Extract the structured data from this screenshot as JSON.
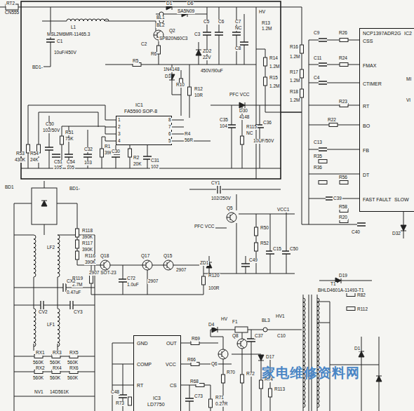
{
  "diagram": {
    "nodes": [
      {
        "text": [
          "IC1",
          "FA5590 SOP-8"
        ]
      },
      {
        "text": [
          "NCP1397ADR2G",
          "IC2",
          "CSS",
          "FMAX",
          "CTIMER",
          "RT",
          "BO",
          "FB",
          "DT",
          "FAST FAULT",
          "SLOW"
        ]
      },
      {
        "text": [
          "GND",
          "OUT",
          "COMP",
          "VCC",
          "RT",
          "CS",
          "IC3",
          "LD7750"
        ]
      }
    ],
    "labels": [
      "RT2",
      "CN555",
      "L1",
      "MSL2M6MR-11465.3",
      "C1",
      "10uF/450V",
      "BD1-",
      "D1",
      "D6",
      "SA5N09",
      "BL1",
      "BL2",
      "Q2",
      "SPB20N60C3",
      "C2",
      "C3",
      "C5",
      "450V/90uF",
      "C6",
      "C7",
      "NC",
      "C8",
      "HV",
      "R13",
      "1.2M",
      "R6",
      "R5",
      "ZD2",
      "22V",
      "1N4148",
      "D3",
      "R10",
      "R12",
      "10R",
      "PFC VCC",
      "D30",
      "4148",
      "C35",
      "104",
      "R115",
      "NC",
      "C36",
      "10UF/50V",
      "R4",
      "56R",
      "R53",
      "430K",
      "R54",
      "24K",
      "C50",
      "102/50V",
      "R51",
      "75K",
      "C51",
      "C54",
      "105",
      "105",
      "C32",
      "103",
      "R1",
      "39K",
      "C30",
      "R2",
      "20K",
      "C31",
      "102",
      "1",
      "2",
      "3",
      "4",
      "8",
      "7",
      "6",
      "5",
      "R16",
      "1.2M",
      "R17",
      "1.2M",
      "R18",
      "1.2M",
      "R14",
      "1.2M",
      "R15",
      "1.2M",
      "C9",
      "R26",
      "R24",
      "C11",
      "C4",
      "R23",
      "R22",
      "C13",
      "R35",
      "R36",
      "R56",
      "C39",
      "R58",
      "R20",
      "C40",
      "D32",
      "MI",
      "VI",
      "CY1",
      "102/250V",
      "Q5",
      "PFC VCC",
      "R50",
      "VCC1",
      "R52",
      "C15",
      "C50",
      "ZD1",
      "C49",
      "R120",
      "100R",
      "BD1",
      "BD1-",
      "R118",
      "390K",
      "R117",
      "390K",
      "R116",
      "390K",
      "Q18",
      "2907 SOT-23",
      "Q15",
      "2907",
      "Q17",
      "2907",
      "R119",
      "2.7M",
      "C72",
      "1.0uF",
      "LF2",
      "CX2",
      "0.47uF",
      "CV2",
      "CY3",
      "LF1",
      "RX1",
      "RX3",
      "RX5",
      "560K",
      "560K",
      "560K",
      "RX2",
      "RX4",
      "RX6",
      "560K",
      "560K",
      "560K",
      "NV1",
      "14D561K",
      "HV",
      "F1",
      "D4",
      "BL3",
      "HV1",
      "C10",
      "R69",
      "R66",
      "Q6",
      "Q8",
      "C37",
      "D17",
      "R70",
      "R72",
      "R68",
      "R74",
      "R113",
      "R71",
      "0.27R",
      "C73",
      "R73",
      "C48",
      "T1",
      "BHLD4601A-11493-T1",
      "D19",
      "R82",
      "R112",
      "D1",
      "家电维修资料网"
    ]
  }
}
